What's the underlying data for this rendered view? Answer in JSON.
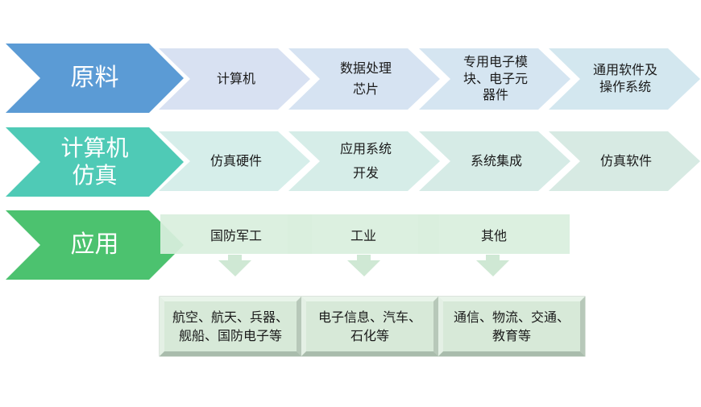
{
  "rows": [
    {
      "title": "原料",
      "color": "#5b9bd5",
      "chevron_color": "#d8e1f2",
      "steps": [
        "计算机",
        "数据处理\n芯片",
        "专用电子模\n块、电子元\n器件",
        "通用软件及\n操作系统"
      ]
    },
    {
      "title": "计算机\n仿真",
      "color": "#4fcab6",
      "chevron_color": "#d6eeea",
      "steps": [
        "仿真硬件",
        "应用系统\n开发",
        "系统集成",
        "仿真软件"
      ]
    },
    {
      "title": "应用",
      "color": "#4cc26f",
      "fields": [
        "国防军工",
        "工业",
        "其他"
      ],
      "field_color": "#d9efdd",
      "arrow_color": "#cfe8d4",
      "examples": [
        "航空、航天、兵器、\n舰船、国防电子等",
        "电子信息、汽车、\n石化等",
        "通信、物流、交通、\n教育等"
      ],
      "example_color": "#d7e9d8"
    }
  ]
}
